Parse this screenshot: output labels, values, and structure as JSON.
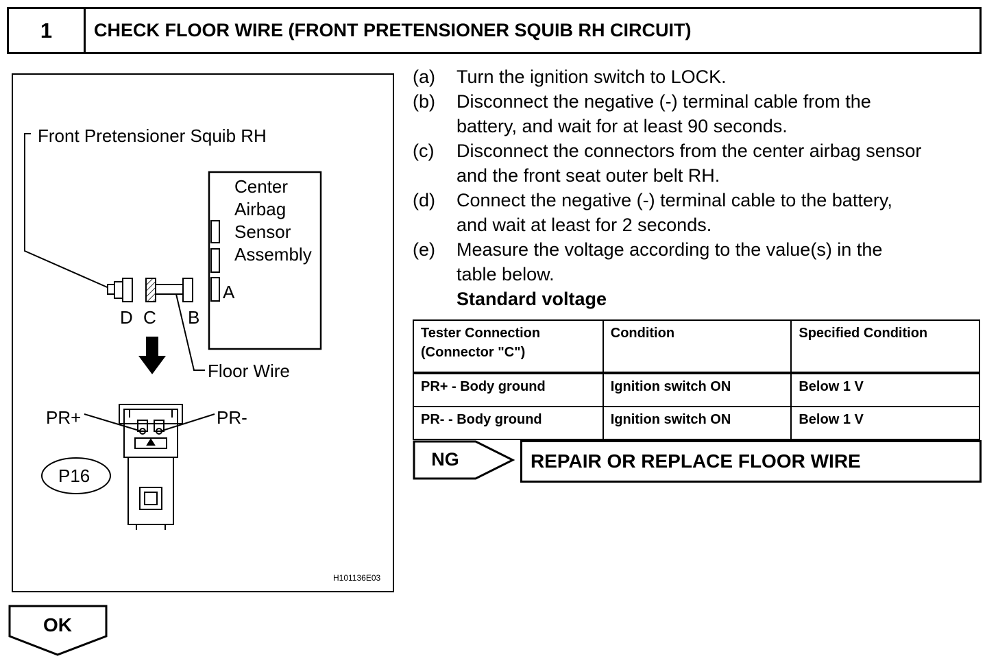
{
  "header": {
    "step_number": "1",
    "title": "CHECK FLOOR WIRE (FRONT PRETENSIONER SQUIB RH CIRCUIT)"
  },
  "figure": {
    "squib_label": "Front Pretensioner Squib RH",
    "sensor_label_lines": [
      "Center",
      "Airbag",
      "Sensor",
      "Assembly"
    ],
    "connector_a": "A",
    "connector_b": "B",
    "connector_c": "C",
    "connector_d": "D",
    "floor_wire_label": "Floor Wire",
    "pr_plus": "PR+",
    "pr_minus": "PR-",
    "connector_code": "P16",
    "figure_code": "H101136E03"
  },
  "steps": [
    {
      "mark": "(a)",
      "lines": [
        "Turn the ignition switch to LOCK."
      ]
    },
    {
      "mark": "(b)",
      "lines": [
        "Disconnect the negative (-) terminal cable from the",
        "battery, and wait for at least 90 seconds."
      ]
    },
    {
      "mark": "(c)",
      "lines": [
        "Disconnect the connectors from the center airbag sensor",
        "and the front seat outer belt RH."
      ]
    },
    {
      "mark": "(d)",
      "lines": [
        "Connect the negative (-) terminal cable to the battery,",
        "and wait at least for 2 seconds."
      ]
    },
    {
      "mark": "(e)",
      "lines": [
        "Measure the voltage according to the value(s) in the",
        "table below."
      ]
    }
  ],
  "standard_voltage_label": "Standard voltage",
  "table": {
    "headers": [
      [
        "Tester Connection",
        "(Connector \"C\")"
      ],
      [
        "Condition"
      ],
      [
        "Specified Condition"
      ]
    ],
    "rows": [
      [
        "PR+ - Body ground",
        "Ignition switch ON",
        "Below 1 V"
      ],
      [
        "PR- - Body ground",
        "Ignition switch ON",
        "Below 1 V"
      ]
    ]
  },
  "ng": {
    "label": "NG",
    "action": "REPAIR OR REPLACE FLOOR WIRE"
  },
  "ok": {
    "label": "OK"
  }
}
